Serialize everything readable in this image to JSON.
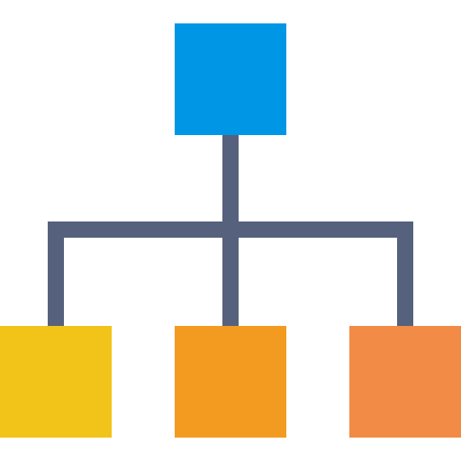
{
  "diagram": {
    "type": "hierarchy",
    "icon": "hierarchy-icon",
    "colors": {
      "connector": "#56617E",
      "root": "#0096E6",
      "children": [
        "#F2C319",
        "#F29B20",
        "#F28B45"
      ]
    },
    "nodes": [
      {
        "id": "root",
        "level": 0,
        "color": "#0096E6"
      },
      {
        "id": "child-1",
        "level": 1,
        "parent": "root",
        "color": "#F2C319"
      },
      {
        "id": "child-2",
        "level": 1,
        "parent": "root",
        "color": "#F29B20"
      },
      {
        "id": "child-3",
        "level": 1,
        "parent": "root",
        "color": "#F28B45"
      }
    ]
  }
}
